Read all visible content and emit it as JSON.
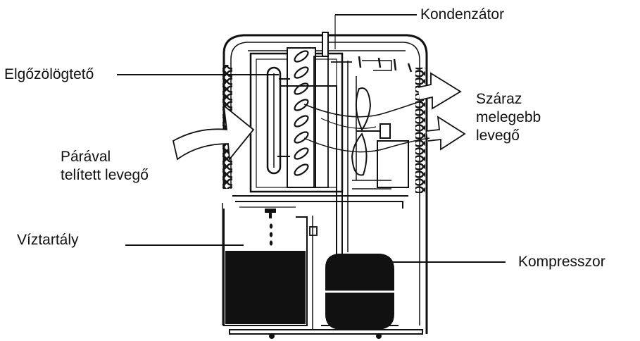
{
  "labels": {
    "condenser": "Kondenzátor",
    "evaporator": "Elgőzölögtető",
    "dry_air": [
      "Száraz",
      "melegebb",
      "levegő"
    ],
    "humid_air": [
      "Párával",
      "telített levegő"
    ],
    "water_tank": "Víztartály",
    "compressor": "Kompresszor"
  },
  "colors": {
    "ink": "#111111",
    "background": "#ffffff",
    "water": "#111111"
  }
}
